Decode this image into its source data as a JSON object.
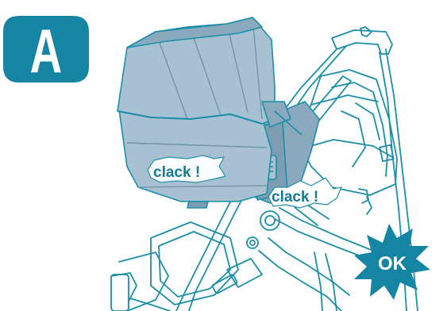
{
  "step": {
    "letter": "A"
  },
  "callouts": [
    {
      "text": "clack !"
    },
    {
      "text": "clack !"
    }
  ],
  "confirm": {
    "text": "OK"
  },
  "colors": {
    "accent": "#1585a3",
    "line": "#1b8fa8",
    "carrier_fill": "#a7c1d2",
    "carrier_dark": "#8aa9bd",
    "carrier_shadow": "#7e9db2",
    "background": "#ffffff"
  }
}
